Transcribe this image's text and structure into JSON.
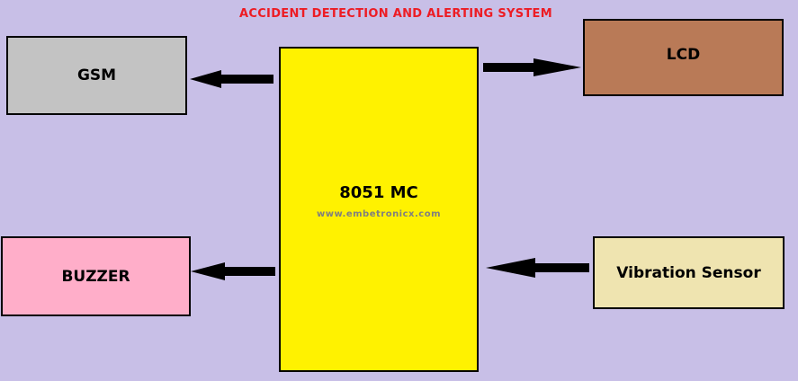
{
  "title": "ACCIDENT DETECTION AND ALERTING SYSTEM",
  "blocks": {
    "gsm": "GSM",
    "lcd": "LCD",
    "buzzer": "BUZZER",
    "vibration_sensor": "Vibration Sensor",
    "mc": "8051 MC",
    "watermark": "www.embetronicx.com"
  },
  "colors": {
    "background": "#c8bfe7",
    "title": "#ed1c24",
    "gsm": "#c3c3c3",
    "lcd": "#b97a57",
    "buzzer": "#ffaec9",
    "vibration_sensor": "#efe4b0",
    "mc": "#fff200",
    "arrow": "#000000"
  }
}
